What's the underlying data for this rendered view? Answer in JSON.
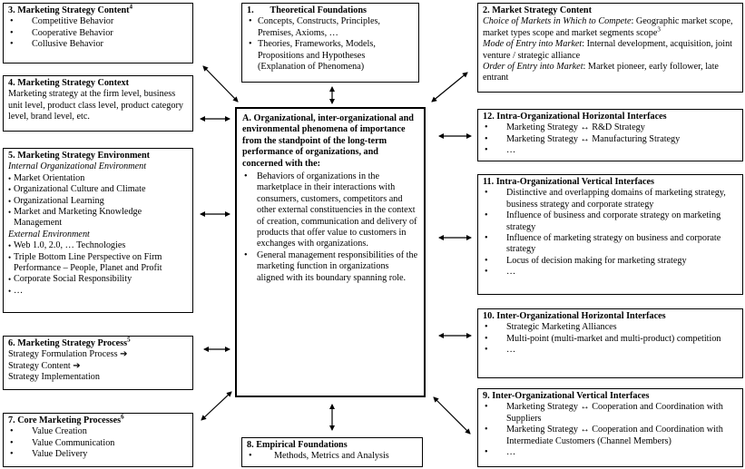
{
  "box1": {
    "number": "1.",
    "title": "Theoretical Foundations",
    "items": [
      "Concepts, Constructs, Principles, Premises, Axioms, …",
      "Theories, Frameworks, Models, Propositions and Hypotheses (Explanation of Phenomena)"
    ]
  },
  "box2": {
    "title": "2. Market Strategy Content",
    "lines": [
      {
        "label": "Choice of Markets in Which to Compete",
        "text": ": Geographic market scope, market types scope and market segments scope",
        "sup": "3"
      },
      {
        "label": "Mode of Entry into Market",
        "text": ": Internal development, acquisition, joint venture / strategic alliance",
        "sup": ""
      },
      {
        "label": "Order of Entry into Market",
        "text": ": Market pioneer, early follower, late entrant",
        "sup": ""
      }
    ]
  },
  "box3": {
    "title": "3. Marketing Strategy Content",
    "sup": "4",
    "items": [
      "Competitive Behavior",
      "Cooperative Behavior",
      "Collusive Behavior"
    ]
  },
  "box4": {
    "title": "4. Marketing Strategy Context",
    "text": "Marketing strategy at the firm level, business unit level, product class level, product category level, brand level, etc."
  },
  "box5": {
    "title": "5. Marketing Strategy Environment",
    "internal_heading": "Internal Organizational Environment",
    "internal_items": [
      "Market Orientation",
      "Organizational Culture and Climate",
      "Organizational Learning",
      "Market and Marketing Knowledge Management"
    ],
    "external_heading": "External  Environment",
    "external_items": [
      "Web 1.0, 2.0, … Technologies",
      "Triple Bottom Line Perspective on Firm Performance – People, Planet and Profit",
      "Corporate Social Responsibility",
      "…"
    ]
  },
  "box6": {
    "title": "6. Marketing Strategy Process",
    "sup": "5",
    "lines": [
      "Strategy Formulation Process ➔",
      "Strategy Content ➔",
      "Strategy Implementation"
    ]
  },
  "box7": {
    "title": "7. Core Marketing Processes",
    "sup": "6",
    "items": [
      "Value Creation",
      "Value Communication",
      "Value Delivery"
    ]
  },
  "box8": {
    "title": "8. Empirical Foundations",
    "items": [
      "Methods, Metrics and Analysis"
    ]
  },
  "boxA": {
    "title": "A. Organizational, inter-organizational and environmental phenomena of importance from the standpoint of the long-term performance of organizations, and concerned with the:",
    "items": [
      "Behaviors of organizations in the marketplace in their interactions with consumers, customers, competitors and other external constituencies in the context of creation, communication and delivery of products that offer value to customers in exchanges with organizations.",
      "General management responsibilities of the marketing function in organizations aligned with its boundary spanning role."
    ]
  },
  "box9": {
    "title": "9. Inter-Organizational Vertical Interfaces",
    "items": [
      "Marketing Strategy  ↔  Cooperation and Coordination with Suppliers",
      "Marketing Strategy ↔ Cooperation and Coordination with Intermediate Customers (Channel Members)",
      "…"
    ]
  },
  "box10": {
    "title": "10. Inter-Organizational Horizontal Interfaces",
    "items": [
      "Strategic Marketing Alliances",
      "Multi-point (multi-market and multi-product) competition",
      "…"
    ]
  },
  "box11": {
    "title": "11. Intra-Organizational Vertical Interfaces",
    "items": [
      "Distinctive and overlapping domains of marketing strategy, business strategy and corporate strategy",
      "Influence of business and corporate strategy on marketing strategy",
      "Influence of marketing strategy on business and corporate strategy",
      "Locus of decision making for marketing strategy",
      "…"
    ]
  },
  "box12": {
    "title": "12. Intra-Organizational Horizontal Interfaces",
    "items": [
      "Marketing Strategy ↔ R&D Strategy",
      "Marketing Strategy ↔ Manufacturing Strategy",
      "…"
    ]
  }
}
